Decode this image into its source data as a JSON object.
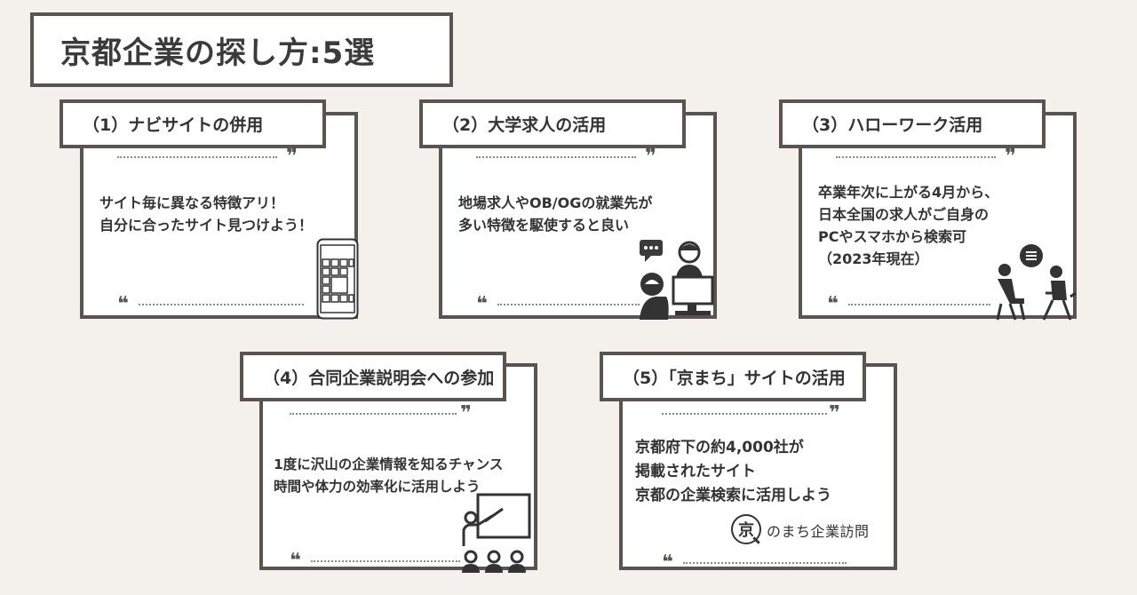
{
  "page": {
    "title": "京都企業の探し方:5選"
  },
  "cards": [
    {
      "title": "（1）ナビサイトの併用",
      "lines": [
        "サイト毎に異なる特徴アリ！",
        "自分に合ったサイト見つけよう！"
      ],
      "icon": "smartphone-icon"
    },
    {
      "title": "（2）大学求人の活用",
      "lines": [
        "地場求人やOB/OGの就業先が",
        "多い特徴を駆使すると良い"
      ],
      "icon": "consultation-icon"
    },
    {
      "title": "（3）ハローワーク活用",
      "lines": [
        "卒業年次に上がる4月から、",
        "日本全国の求人がご自身の",
        "PCやスマホから検索可",
        "（2023年現在）"
      ],
      "icon": "interview-icon"
    },
    {
      "title": "（4）合同企業説明会への参加",
      "lines": [
        "1度に沢山の企業情報を知るチャンス",
        "時間や体力の効率化に活用しよう"
      ],
      "icon": "presentation-icon"
    },
    {
      "title": "（5）「京まち」サイトの活用",
      "lines": [
        "京都府下の約4,000社が",
        "掲載されたサイト",
        "京都の企業検索に活用しよう"
      ],
      "logo_mark": "京",
      "logo_text": "のまち企業訪問"
    }
  ],
  "quote_open": "❝",
  "quote_close": "❞",
  "colors": {
    "background": "#f4f1ec",
    "border": "#5b5350",
    "card": "#ffffff",
    "text": "#333333"
  }
}
